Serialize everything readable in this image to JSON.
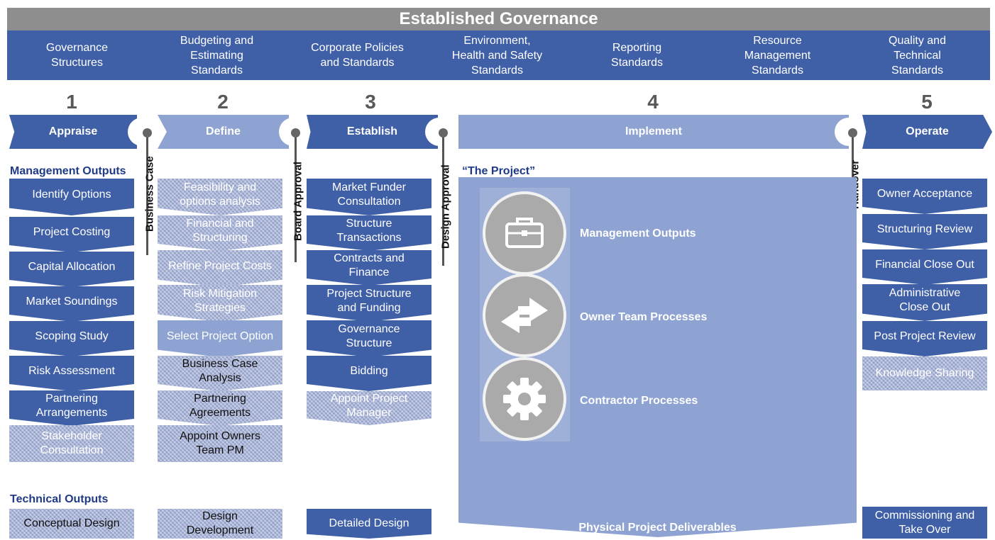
{
  "title": "Established Governance",
  "standards": [
    "Governance\nStructures",
    "Budgeting and\nEstimating\nStandards",
    "Corporate Policies\nand Standards",
    "Environment,\nHealth and Safety\nStandards",
    "Reporting\nStandards",
    "Resource\nManagement\nStandards",
    "Quality and\nTechnical\nStandards"
  ],
  "phases": [
    {
      "number": "1",
      "label": "Appraise"
    },
    {
      "number": "2",
      "label": "Define"
    },
    {
      "number": "3",
      "label": "Establish"
    },
    {
      "number": "4",
      "label": "Implement"
    },
    {
      "number": "5",
      "label": "Operate"
    }
  ],
  "gates": [
    "Business Case",
    "Board Approval",
    "Design Approval",
    "Handover"
  ],
  "section_labels": {
    "management": "Management Outputs",
    "technical": "Technical Outputs",
    "project": "“The Project”"
  },
  "appraise": {
    "management": [
      "Identify Options",
      "Project Costing",
      "Capital Allocation",
      "Market Soundings",
      "Scoping Study",
      "Risk Assessment",
      "Partnering\nArrangements",
      "Stakeholder\nConsultation"
    ],
    "technical": "Conceptual Design"
  },
  "define": {
    "management": [
      "Feasibility and\noptions analysis",
      "Financial and\nStructuring",
      "Refine Project Costs",
      "Risk Mitigation\nStrategies",
      "Select Project Option",
      "Business Case\nAnalysis",
      "Partnering\nAgreements",
      "Appoint Owners\nTeam PM"
    ],
    "technical": "Design\nDevelopment"
  },
  "establish": {
    "management": [
      "Market Funder\nConsultation",
      "Structure\nTransactions",
      "Contracts and\nFinance",
      "Project Structure\nand Funding",
      "Governance\nStructure",
      "Bidding",
      "Appoint Project\nManager"
    ],
    "technical": "Detailed Design"
  },
  "implement": {
    "processes": [
      "Management Outputs",
      "Owner Team Processes",
      "Contractor Processes"
    ],
    "footer": "Physical Project Deliverables",
    "icons": [
      "toolbox-icon",
      "exchange-arrows-icon",
      "gear-icon"
    ]
  },
  "operate": {
    "management": [
      "Owner Acceptance",
      "Structuring Review",
      "Financial Close Out",
      "Administrative\nClose Out",
      "Post Project Review",
      "Knowledge Sharing"
    ],
    "technical": "Commissioning and\nTake Over"
  },
  "colors": {
    "dark_blue": "#3f5fa7",
    "light_blue": "#8ea3d2",
    "grey": "#8e8e8e",
    "label_blue": "#1f3a86"
  }
}
